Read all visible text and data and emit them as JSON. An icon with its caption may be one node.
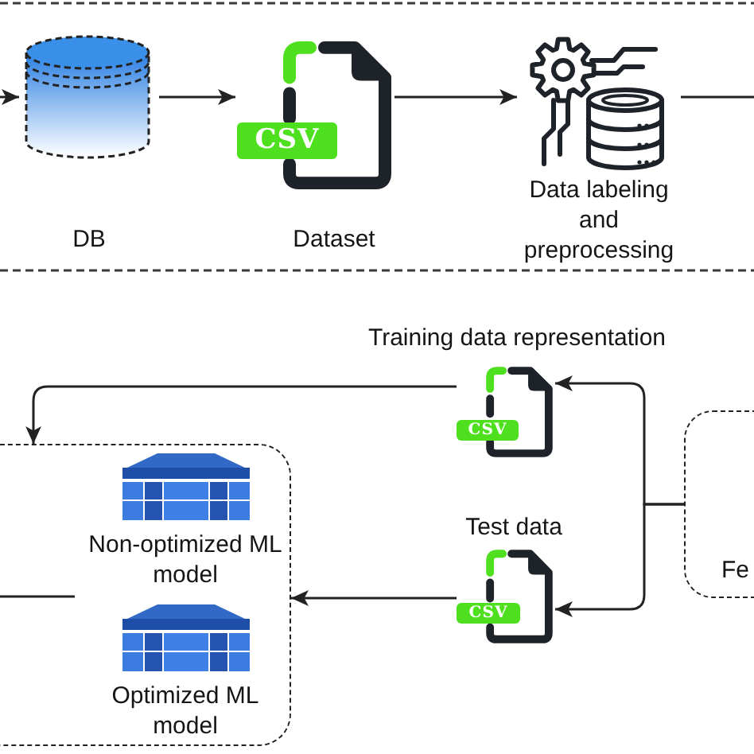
{
  "diagram": {
    "nodes": [
      {
        "text": [
          "DB"
        ]
      },
      {
        "text": [
          "CSV",
          "Dataset"
        ]
      },
      {
        "text": [
          "Data labeling and preprocessing"
        ]
      },
      {
        "text": [
          "CSV"
        ],
        "beside": [
          "Training data representation"
        ]
      },
      {
        "text": [],
        "shape": "box"
      },
      {
        "text": [
          "Non-optimized ML model"
        ],
        "in": 4
      },
      {
        "text": [
          "Optimized ML model"
        ],
        "in": 4
      },
      {
        "text": [
          "CSV"
        ],
        "beside": [
          "Test data"
        ]
      },
      {
        "text": [
          "Fe"
        ]
      }
    ],
    "edges": [
      {
        "from": null,
        "to": 0,
        "arrow": "to"
      },
      {
        "from": 0,
        "to": 1,
        "arrow": "to"
      },
      {
        "from": 1,
        "to": 2,
        "arrow": "to"
      },
      {
        "from": 2,
        "to": null,
        "arrow": "none"
      },
      {
        "from": 8,
        "to": 3,
        "arrow": "to"
      },
      {
        "from": 8,
        "to": 7,
        "arrow": "to"
      },
      {
        "from": 3,
        "to": 4,
        "arrow": "to"
      },
      {
        "from": 7,
        "to": 4,
        "arrow": "to"
      }
    ]
  }
}
